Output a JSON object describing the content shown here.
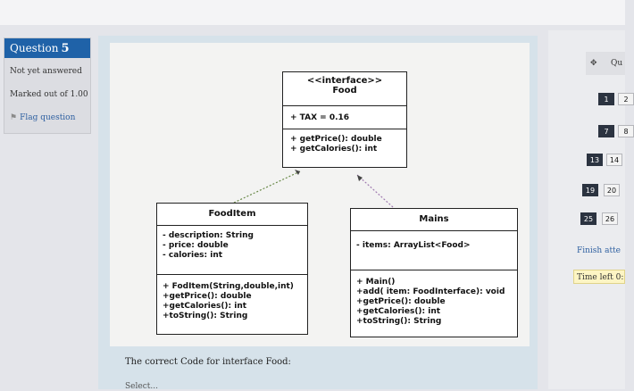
{
  "question": {
    "label": "Question",
    "number": "5",
    "status": "Not yet answered",
    "marks": "Marked out of 1.00",
    "flag_label": "Flag question"
  },
  "diagram": {
    "interface_box": {
      "stereotype": "<<interface>>",
      "name": "Food",
      "attributes": [
        "+ TAX = 0.16"
      ],
      "methods": [
        "+ getPrice(): double",
        "+ getCalories(): int"
      ]
    },
    "fooditem_box": {
      "name": "FoodItem",
      "attributes": [
        "- description: String",
        "- price: double",
        "- calories: int"
      ],
      "methods": [
        "+ FodItem(String,double,int)",
        "+getPrice(): double",
        "+getCalories(): int",
        "+toString(): String"
      ]
    },
    "mains_box": {
      "name": "Mains",
      "attributes": [
        "- items: ArrayList<Food>"
      ],
      "methods": [
        "+ Main()",
        "+add( item: FoodInterface): void",
        "+getPrice(): double",
        "+getCalories(): int",
        "+toString(): String"
      ]
    }
  },
  "prompt": "The correct Code for interface Food:",
  "code_hint": "Select...",
  "nav": {
    "title": "Qu",
    "icon": "navigation-icon",
    "buttons": [
      "1",
      "2",
      "7",
      "8",
      "13",
      "14",
      "19",
      "20",
      "25",
      "26"
    ],
    "finish_label": "Finish atte",
    "timer_label": "Time left 0:"
  },
  "colors": {
    "question_header": "#1f62a8",
    "link": "#2d5fa0",
    "nav_current": "#2b3340",
    "timer_bg": "#fdf5c4"
  }
}
